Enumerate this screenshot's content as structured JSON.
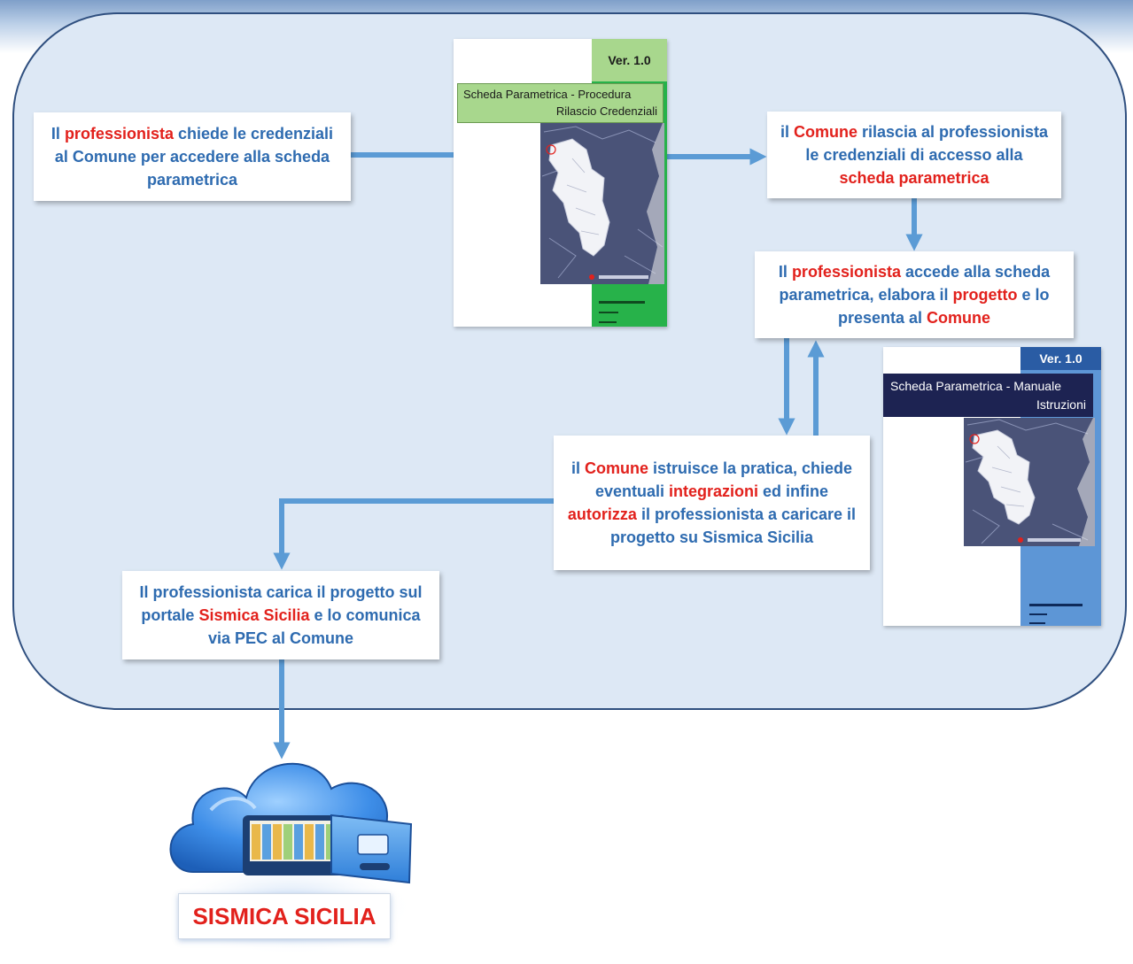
{
  "colors": {
    "text_blue": "#2e6bb0",
    "highlight_red": "#e2211c",
    "arrow": "#5b9bd5",
    "panel_fill": "#dde8f5",
    "panel_border": "#2f4f7f"
  },
  "steps": {
    "request": {
      "parts": [
        {
          "text": "Il ",
          "hl": false
        },
        {
          "text": "professionista",
          "hl": true
        },
        {
          "text": " chiede le credenziali al Comune per accedere alla scheda parametrica",
          "hl": false
        }
      ]
    },
    "issue": {
      "parts": [
        {
          "text": "il ",
          "hl": false
        },
        {
          "text": "Comune",
          "hl": true
        },
        {
          "text": " rilascia al professionista le credenziali di accesso alla ",
          "hl": false
        },
        {
          "text": "scheda parametrica",
          "hl": true
        }
      ]
    },
    "access": {
      "parts": [
        {
          "text": "Il ",
          "hl": false
        },
        {
          "text": "professionista",
          "hl": true
        },
        {
          "text": " accede alla scheda parametrica, elabora il ",
          "hl": false
        },
        {
          "text": "progetto",
          "hl": true
        },
        {
          "text": " e lo presenta al ",
          "hl": false
        },
        {
          "text": "Comune",
          "hl": true
        }
      ]
    },
    "review": {
      "parts": [
        {
          "text": "il ",
          "hl": false
        },
        {
          "text": "Comune",
          "hl": true
        },
        {
          "text": " istruisce la pratica, chiede eventuali ",
          "hl": false
        },
        {
          "text": "integrazioni",
          "hl": true
        },
        {
          "text": " ed infine ",
          "hl": false
        },
        {
          "text": "autorizza",
          "hl": true
        },
        {
          "text": " il professionista a caricare il progetto su Sismica Sicilia",
          "hl": false
        }
      ]
    },
    "upload": {
      "parts": [
        {
          "text": "Il professionista carica il progetto sul portale ",
          "hl": false
        },
        {
          "text": "Sismica Sicilia",
          "hl": true
        },
        {
          "text": " e lo comunica via PEC al Comune",
          "hl": false
        }
      ]
    }
  },
  "documents": {
    "procedure": {
      "version": "Ver. 1.0",
      "title_line1": "Scheda Parametrica - Procedura",
      "title_line2": "Rilascio Credenziali"
    },
    "manual": {
      "version": "Ver. 1.0",
      "title_line1": "Scheda Parametrica - Manuale",
      "title_line2": "Istruzioni"
    }
  },
  "cloud": {
    "label": "SISMICA SICILIA"
  }
}
